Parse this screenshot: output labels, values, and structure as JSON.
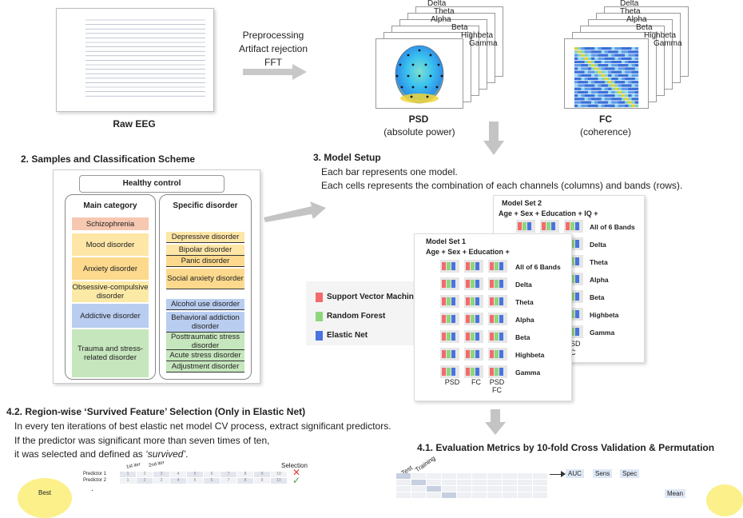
{
  "top": {
    "raw_eeg_label": "Raw EEG",
    "preprocess_lines": [
      "Preprocessing",
      "Artifact rejection",
      "FFT"
    ],
    "psd_label": "PSD",
    "psd_sub": "(absolute power)",
    "fc_label": "FC",
    "fc_sub": "(coherence)",
    "bands": [
      "Delta",
      "Theta",
      "Alpha",
      "Beta",
      "Highbeta",
      "Gamma"
    ]
  },
  "section2": {
    "title": "2. Samples and Classification Scheme",
    "healthy": "Healthy control",
    "main_header": "Main category",
    "specific_header": "Specific disorder",
    "main_categories": [
      {
        "label": "Schizophrenia",
        "color": "#f6c7b1"
      },
      {
        "label": "Mood disorder",
        "color": "#fde6a6"
      },
      {
        "label": "Anxiety disorder",
        "color": "#fcd98d"
      },
      {
        "label": "Obsessive-compulsive disorder",
        "color": "#fbeaa6"
      },
      {
        "label": "Addictive disorder",
        "color": "#b9cdf0"
      },
      {
        "label": "Trauma and stress-related disorder",
        "color": "#c6e6bd"
      }
    ],
    "specific": [
      {
        "label": "Depressive disorder",
        "color": "#fde6a6"
      },
      {
        "label": "Bipolar disorder",
        "color": "#fde6a6"
      },
      {
        "label": "Panic disorder",
        "color": "#fcd98d"
      },
      {
        "label": "Social anxiety disorder",
        "color": "#fcd98d"
      },
      {
        "label": "Alcohol use disorder",
        "color": "#b9cdf0"
      },
      {
        "label": "Behavioral addiction disorder",
        "color": "#b9cdf0"
      },
      {
        "label": "Posttraumatic stress disorder",
        "color": "#c6e6bd"
      },
      {
        "label": "Acute stress disorder",
        "color": "#c6e6bd"
      },
      {
        "label": "Adjustment disorder",
        "color": "#c6e6bd"
      }
    ]
  },
  "section3": {
    "title": "3. Model Setup",
    "line1": "Each bar represents one model.",
    "line2": "Each cells represents the combination of each channels (columns) and bands (rows).",
    "legend": [
      {
        "label": "Support Vector Machine",
        "color": "#f26b6b"
      },
      {
        "label": "Random Forest",
        "color": "#8fd67a"
      },
      {
        "label": "Elastic Net",
        "color": "#4a73e0"
      }
    ],
    "set1_title": "Model Set 1",
    "set1_sub": "Age + Sex + Education +",
    "set2_title": "Model Set 2",
    "set2_sub": "Age + Sex + Education + IQ +",
    "row_labels": [
      "All of 6 Bands",
      "Delta",
      "Theta",
      "Alpha",
      "Beta",
      "Highbeta",
      "Gamma"
    ],
    "col_labels": [
      "PSD",
      "FC",
      "PSD FC"
    ],
    "set2_partial_cols": [
      "SD",
      "C"
    ]
  },
  "section42": {
    "title": "4.2. Region-wise ‘Survived Feature’ Selection (Only in Elastic Net)",
    "line1": "In every ten iterations of best elastic net model CV process, extract significant predictors.",
    "line2": "If the predictor was significant more than seven times of ten,",
    "line3_prefix": "it was selected and defined as ",
    "line3_em": "‘survived’",
    "line3_suffix": ".",
    "iter1": "1st iter",
    "iter2": "2nd iter",
    "selection": "Selection",
    "predictors": [
      "Predictor 1",
      "Predictor 2"
    ],
    "best": "Best"
  },
  "section41": {
    "title": "4.1. Evaluation Metrics by 10-fold Cross Validation & Permutation",
    "test": "Test",
    "training": "Training",
    "metrics": [
      "AUC",
      "Sens",
      "Spec"
    ],
    "mean": "Mean"
  }
}
